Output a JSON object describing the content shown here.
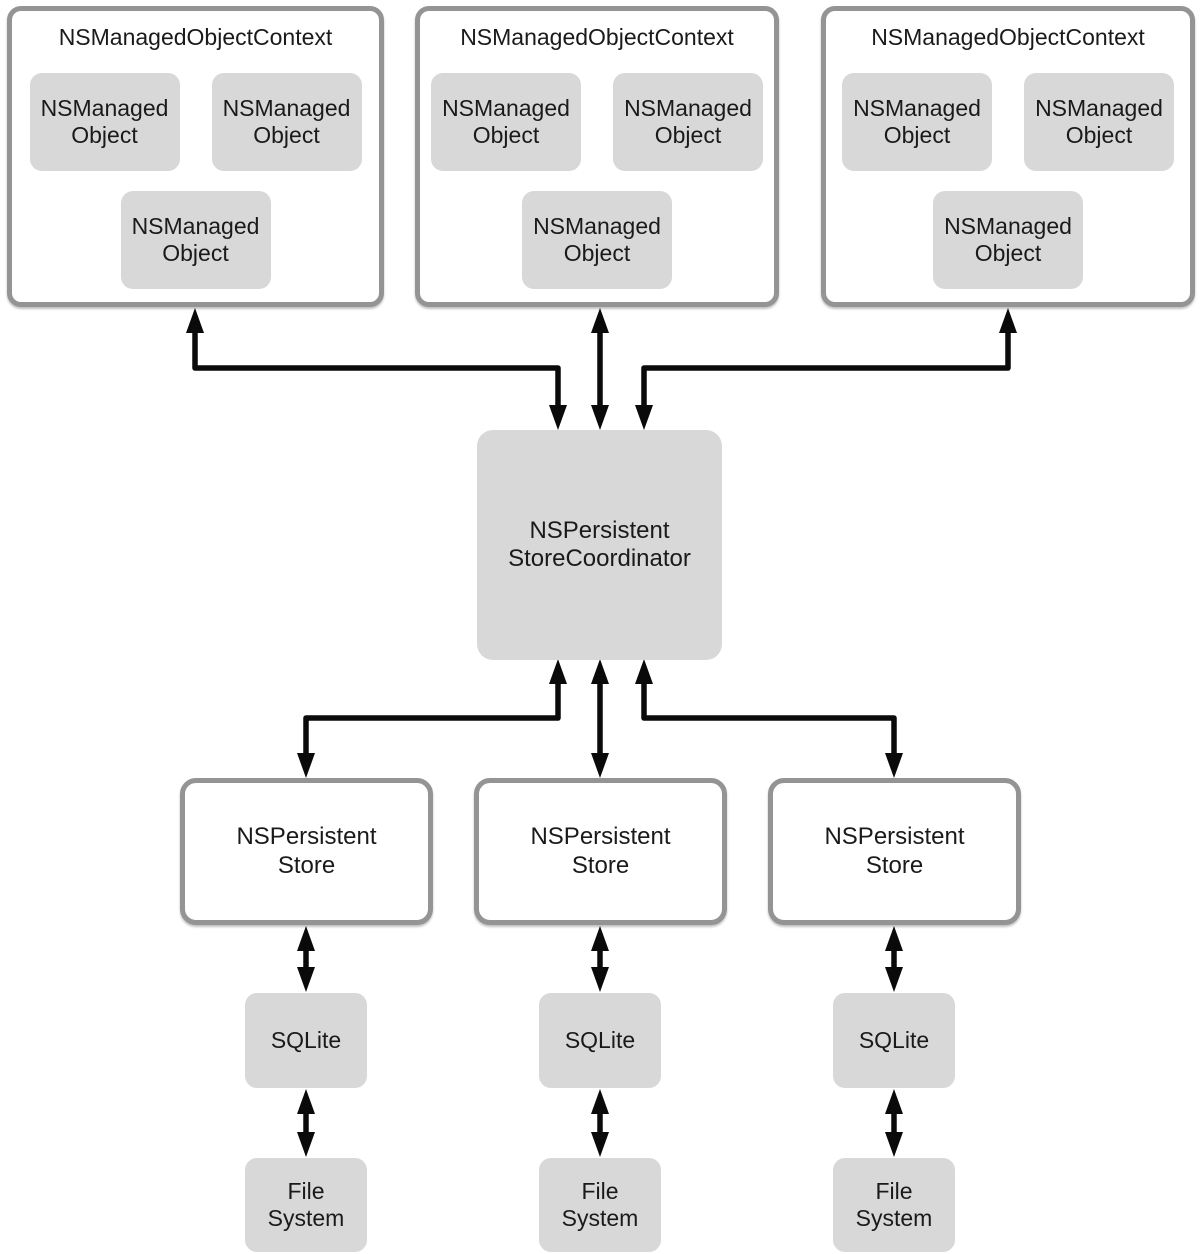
{
  "diagram": {
    "contexts": [
      {
        "title": "NSManagedObjectContext",
        "objects": [
          {
            "label": "NSManaged\nObject"
          },
          {
            "label": "NSManaged\nObject"
          },
          {
            "label": "NSManaged\nObject"
          }
        ]
      },
      {
        "title": "NSManagedObjectContext",
        "objects": [
          {
            "label": "NSManaged\nObject"
          },
          {
            "label": "NSManaged\nObject"
          },
          {
            "label": "NSManaged\nObject"
          }
        ]
      },
      {
        "title": "NSManagedObjectContext",
        "objects": [
          {
            "label": "NSManaged\nObject"
          },
          {
            "label": "NSManaged\nObject"
          },
          {
            "label": "NSManaged\nObject"
          }
        ]
      }
    ],
    "coordinator": {
      "label": "NSPersistent\nStoreCoordinator"
    },
    "stores": [
      {
        "label": "NSPersistent\nStore"
      },
      {
        "label": "NSPersistent\nStore"
      },
      {
        "label": "NSPersistent\nStore"
      }
    ],
    "sqlite_nodes": [
      {
        "label": "SQLite"
      },
      {
        "label": "SQLite"
      },
      {
        "label": "SQLite"
      }
    ],
    "file_system_nodes": [
      {
        "label": "File\nSystem"
      },
      {
        "label": "File\nSystem"
      },
      {
        "label": "File\nSystem"
      }
    ],
    "connections": [
      {
        "from": "NSManagedObjectContext 1",
        "to": "NSPersistentStoreCoordinator",
        "type": "bidirectional"
      },
      {
        "from": "NSManagedObjectContext 2",
        "to": "NSPersistentStoreCoordinator",
        "type": "bidirectional"
      },
      {
        "from": "NSManagedObjectContext 3",
        "to": "NSPersistentStoreCoordinator",
        "type": "bidirectional"
      },
      {
        "from": "NSPersistentStoreCoordinator",
        "to": "NSPersistentStore 1",
        "type": "bidirectional"
      },
      {
        "from": "NSPersistentStoreCoordinator",
        "to": "NSPersistentStore 2",
        "type": "bidirectional"
      },
      {
        "from": "NSPersistentStoreCoordinator",
        "to": "NSPersistentStore 3",
        "type": "bidirectional"
      },
      {
        "from": "NSPersistentStore 1",
        "to": "SQLite 1",
        "type": "bidirectional"
      },
      {
        "from": "NSPersistentStore 2",
        "to": "SQLite 2",
        "type": "bidirectional"
      },
      {
        "from": "NSPersistentStore 3",
        "to": "SQLite 3",
        "type": "bidirectional"
      },
      {
        "from": "SQLite 1",
        "to": "File System 1",
        "type": "bidirectional"
      },
      {
        "from": "SQLite 2",
        "to": "File System 2",
        "type": "bidirectional"
      },
      {
        "from": "SQLite 3",
        "to": "File System 3",
        "type": "bidirectional"
      }
    ],
    "colors": {
      "node_fill": "#d8d8d8",
      "node_border": "#949494",
      "arrow": "#0a0a0a",
      "text": "#1a1a1a",
      "background": "#ffffff"
    }
  }
}
